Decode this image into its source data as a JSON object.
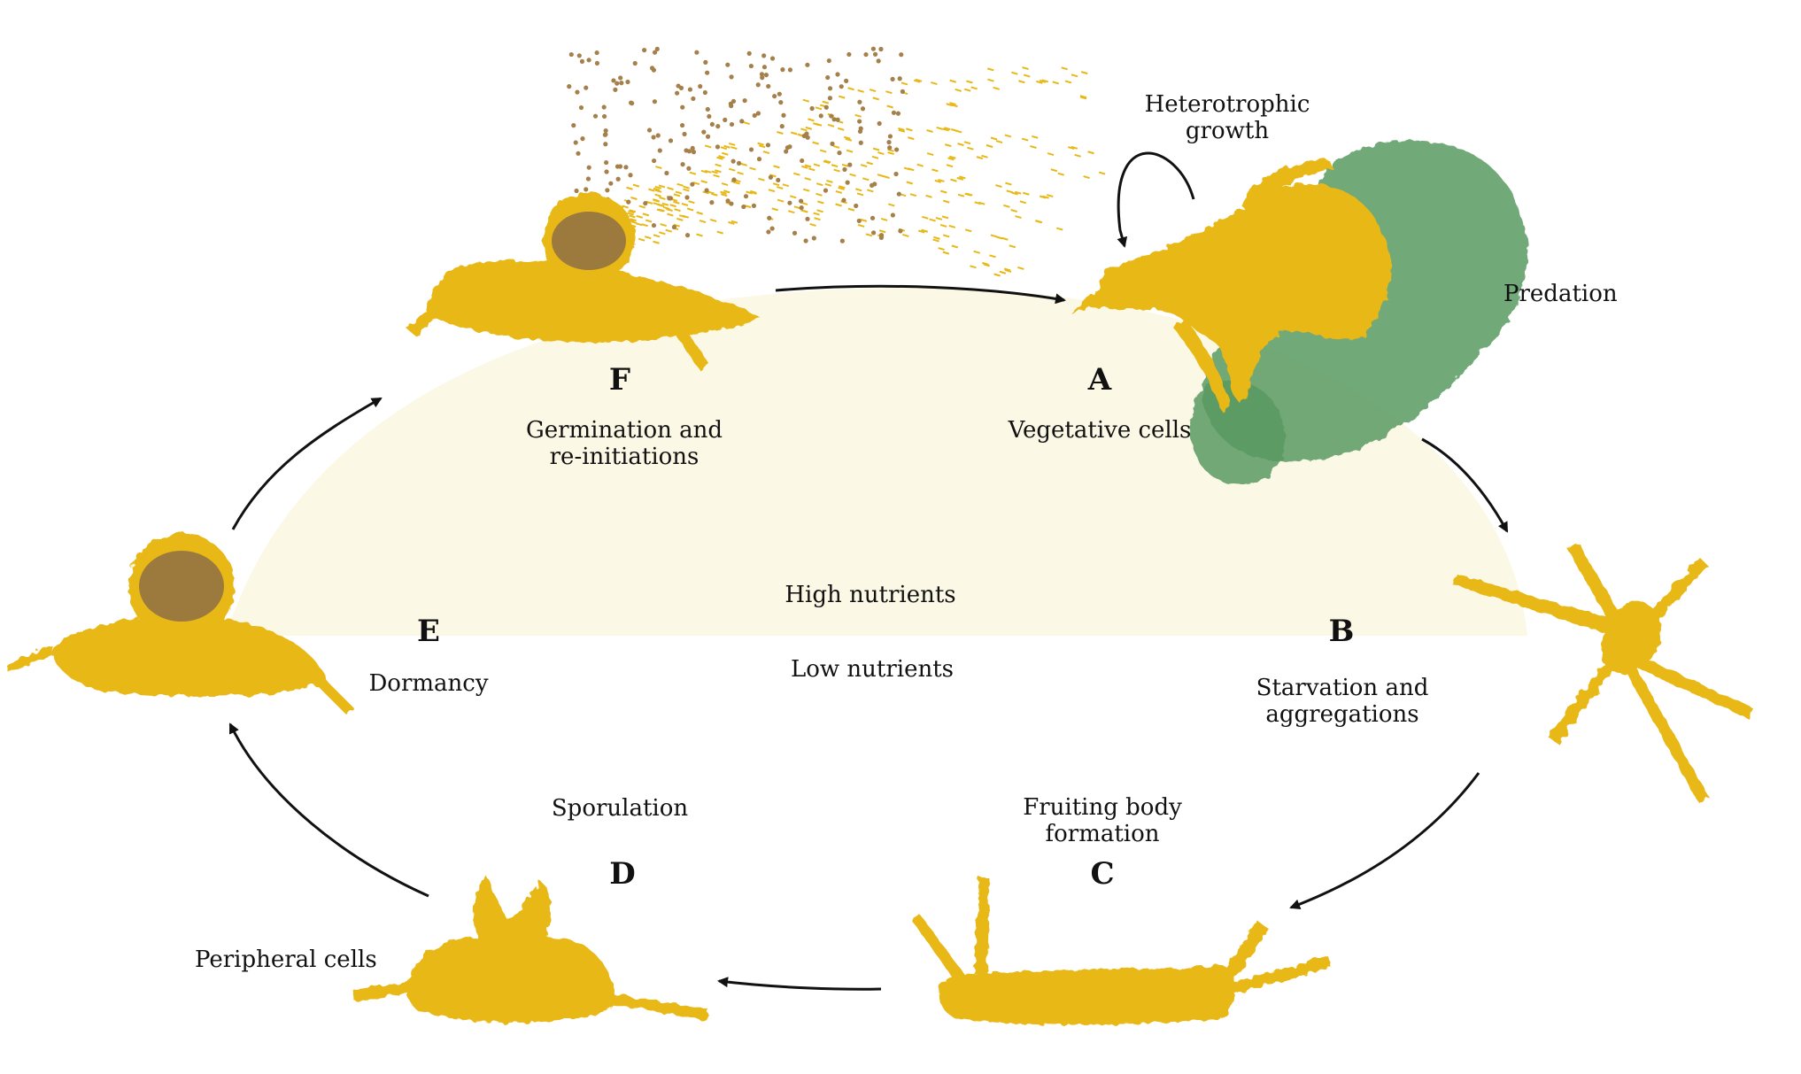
{
  "stages": {
    "A": {
      "letter": "A",
      "name": "Vegetative cells"
    },
    "B": {
      "letter": "B",
      "name_line1": "Starvation and",
      "name_line2": "aggregations"
    },
    "C": {
      "letter": "C",
      "name_line1": "Fruiting body",
      "name_line2": "formation"
    },
    "D": {
      "letter": "D",
      "name": "Sporulation"
    },
    "E": {
      "letter": "E",
      "name": "Dormancy"
    },
    "F": {
      "letter": "F",
      "name_line1": "Germination and",
      "name_line2": "re-initiations"
    }
  },
  "annotations": {
    "heterotrophic_line1": "Heterotrophic",
    "heterotrophic_line2": "growth",
    "predation": "Predation",
    "peripheral_cells": "Peripheral cells",
    "high_nutrients": "High nutrients",
    "low_nutrients": "Low nutrients"
  },
  "colors": {
    "cells": "#e8b817",
    "cells_dark": "#d19f0b",
    "spore_core": "#9c7a3e",
    "prey": "#5a9a62",
    "spore_dots": "#a5804a",
    "nutrient_zone": "#fcf8e6",
    "arrow": "#111111"
  }
}
